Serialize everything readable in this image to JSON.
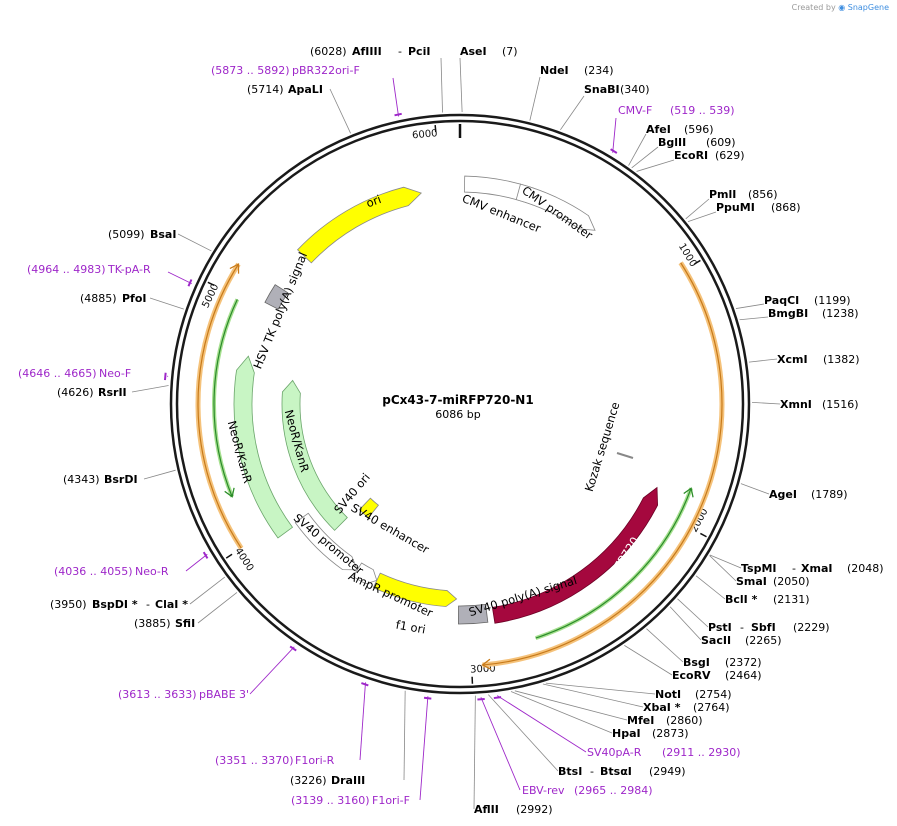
{
  "header": {
    "credit_prefix": "Created by",
    "credit_brand": "SnapGene"
  },
  "plasmid": {
    "name": "pCx43-7-miRFP720-N1",
    "size_label": "6086 bp",
    "length": 6086
  },
  "colors": {
    "primer": "#9e27c9",
    "backbone": "#222222",
    "orange": "#f0a23c",
    "green": "#2a8a2a"
  },
  "ticks": [
    "1000",
    "2000",
    "3000",
    "4000",
    "5000",
    "6000"
  ],
  "sites": [
    {
      "name": "AfIIII",
      "name2": "PciI",
      "pos": "(6028)"
    },
    {
      "name": "AseI",
      "pos": "(7)"
    },
    {
      "name": "NdeI",
      "pos": "(234)"
    },
    {
      "name": "SnaBI",
      "pos": "(340)"
    },
    {
      "name": "AfeI",
      "pos": "(596)"
    },
    {
      "name": "BglII",
      "pos": "(609)"
    },
    {
      "name": "EcoRI",
      "pos": "(629)"
    },
    {
      "name": "PmlI",
      "pos": "(856)"
    },
    {
      "name": "PpuMI",
      "pos": "(868)"
    },
    {
      "name": "PaqCI",
      "pos": "(1199)"
    },
    {
      "name": "BmgBI",
      "pos": "(1238)"
    },
    {
      "name": "XcmI",
      "pos": "(1382)"
    },
    {
      "name": "XmnI",
      "pos": "(1516)"
    },
    {
      "name": "AgeI",
      "pos": "(1789)"
    },
    {
      "name": "TspMI",
      "name2": "XmaI",
      "pos": "(2048)"
    },
    {
      "name": "SmaI",
      "pos": "(2050)"
    },
    {
      "name": "BclI *",
      "pos": "(2131)"
    },
    {
      "name": "PstI",
      "name2": "SbfI",
      "pos": "(2229)"
    },
    {
      "name": "SacII",
      "pos": "(2265)"
    },
    {
      "name": "BsgI",
      "pos": "(2372)"
    },
    {
      "name": "EcoRV",
      "pos": "(2464)"
    },
    {
      "name": "NotI",
      "pos": "(2754)"
    },
    {
      "name": "XbaI *",
      "pos": "(2764)"
    },
    {
      "name": "MfeI",
      "pos": "(2860)"
    },
    {
      "name": "HpaI",
      "pos": "(2873)"
    },
    {
      "name": "BtsI",
      "name2": "BtsαI",
      "pos": "(2949)"
    },
    {
      "name": "AflII",
      "pos": "(2992)"
    },
    {
      "name": "DraIII",
      "pos": "(3226)"
    },
    {
      "name": "SfiI",
      "pos": "(3885)"
    },
    {
      "name": "BspDI *",
      "name2": "ClaI *",
      "pos": "(3950)"
    },
    {
      "name": "BsrDI",
      "pos": "(4343)"
    },
    {
      "name": "RsrII",
      "pos": "(4626)"
    },
    {
      "name": "PfoI",
      "pos": "(4885)"
    },
    {
      "name": "BsaI",
      "pos": "(5099)"
    },
    {
      "name": "ApaLI",
      "pos": "(5714)"
    }
  ],
  "primers": [
    {
      "name": "pBR322ori-F",
      "range": "(5873 .. 5892)"
    },
    {
      "name": "CMV-F",
      "range": "(519 .. 539)"
    },
    {
      "name": "SV40pA-R",
      "range": "(2911 .. 2930)"
    },
    {
      "name": "EBV-rev",
      "range": "(2965 .. 2984)"
    },
    {
      "name": "F1ori-F",
      "range": "(3139 .. 3160)"
    },
    {
      "name": "F1ori-R",
      "range": "(3351 .. 3370)"
    },
    {
      "name": "pBABE 3'",
      "range": "(3613 .. 3633)"
    },
    {
      "name": "Neo-R",
      "range": "(4036 .. 4055)"
    },
    {
      "name": "Neo-F",
      "range": "(4646 .. 4665)"
    },
    {
      "name": "TK-pA-R",
      "range": "(4964 .. 4983)"
    }
  ],
  "features": {
    "ori": "ori",
    "cmv_enhancer": "CMV enhancer",
    "cmv_promoter": "CMV promoter",
    "irfp720": "iRFP720",
    "kozak": "Kozak sequence",
    "sv40_polya": "SV40 poly(A) signal",
    "f1_ori": "f1 ori",
    "ampr_promoter": "AmpR promoter",
    "sv40_promoter": "SV40 promoter",
    "sv40_enhancer": "SV40 enhancer",
    "sv40_ori": "SV40 ori",
    "neokanr_inner": "NeoR/KanR",
    "neokanr_outer": "NeoR/KanR",
    "hsv_tk": "HSV TK poly(A) signal"
  }
}
